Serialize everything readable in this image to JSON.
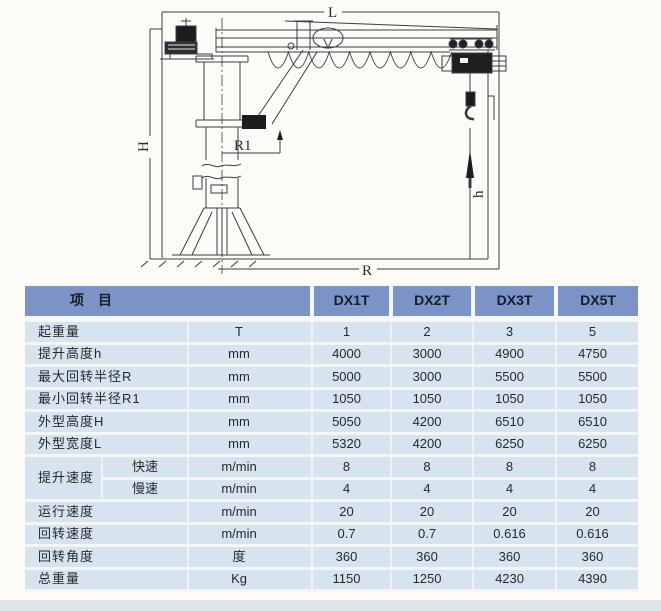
{
  "diagram": {
    "labels": {
      "span": "L",
      "overall_height": "H",
      "max_radius": "R",
      "min_radius": "R1",
      "lift_height": "h"
    }
  },
  "table": {
    "header": {
      "item_label": "项　目",
      "models": [
        "DX1T",
        "DX2T",
        "DX3T",
        "DX5T"
      ]
    },
    "rows": [
      {
        "label": "起重量",
        "unit": "T",
        "values": [
          "1",
          "2",
          "3",
          "5"
        ]
      },
      {
        "label": "提升高度h",
        "unit": "mm",
        "values": [
          "4000",
          "3000",
          "4900",
          "4750"
        ]
      },
      {
        "label": "最大回转半径R",
        "unit": "mm",
        "values": [
          "5000",
          "3000",
          "5500",
          "5500"
        ]
      },
      {
        "label": "最小回转半径R1",
        "unit": "mm",
        "values": [
          "1050",
          "1050",
          "1050",
          "1050"
        ]
      },
      {
        "label": "外型高度H",
        "unit": "mm",
        "values": [
          "5050",
          "4200",
          "6510",
          "6510"
        ]
      },
      {
        "label": "外型宽度L",
        "unit": "mm",
        "values": [
          "5320",
          "4200",
          "6250",
          "6250"
        ]
      },
      {
        "label": "提升速度",
        "sub": "快速",
        "unit": "m/min",
        "values": [
          "8",
          "8",
          "8",
          "8"
        ]
      },
      {
        "label": "提升速度",
        "sub": "慢速",
        "unit": "m/min",
        "values": [
          "4",
          "4",
          "4",
          "4"
        ]
      },
      {
        "label": "运行速度",
        "unit": "m/min",
        "values": [
          "20",
          "20",
          "20",
          "20"
        ]
      },
      {
        "label": "回转速度",
        "unit": "m/min",
        "values": [
          "0.7",
          "0.7",
          "0.616",
          "0.616"
        ]
      },
      {
        "label": "回转角度",
        "unit": "度",
        "values": [
          "360",
          "360",
          "360",
          "360"
        ]
      },
      {
        "label": "总重量",
        "unit": "Kg",
        "values": [
          "1150",
          "1250",
          "4230",
          "4390"
        ]
      }
    ]
  }
}
